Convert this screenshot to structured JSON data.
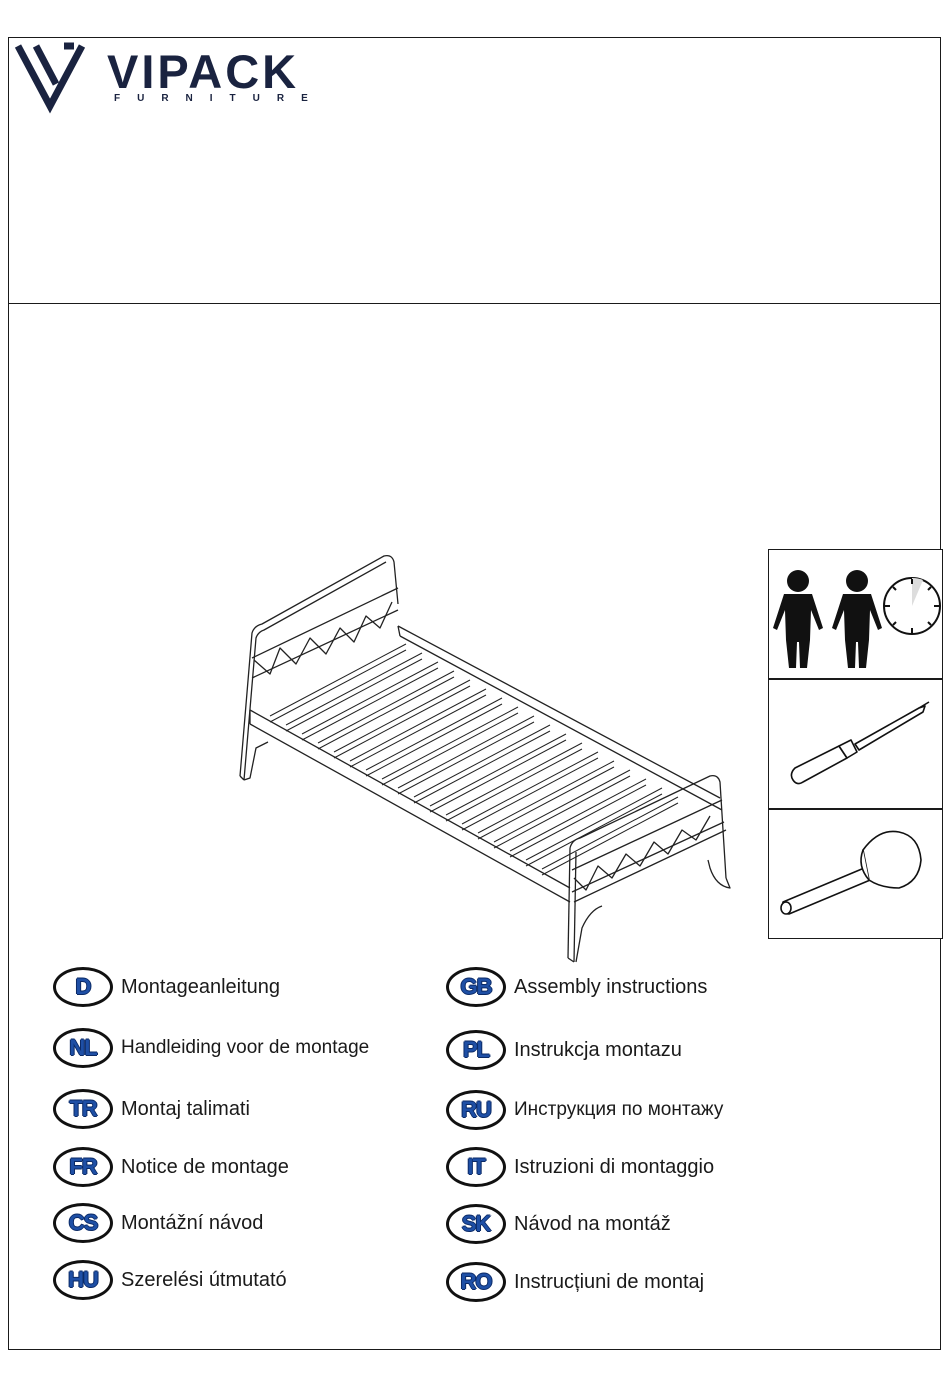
{
  "header": {
    "brand_name": "VIPACK",
    "brand_sub": "FURNITURE",
    "brand_color": "#1a2340"
  },
  "side_icons": [
    {
      "icon": "two-persons-icon"
    },
    {
      "icon": "clock-icon"
    },
    {
      "icon": "screwdriver-icon"
    },
    {
      "icon": "rubber-mallet-icon"
    }
  ],
  "languages": {
    "left": [
      {
        "code": "D",
        "label": "Montageanleitung"
      },
      {
        "code": "NL",
        "label": "Handleiding voor de montage"
      },
      {
        "code": "TR",
        "label": "Montaj talimati"
      },
      {
        "code": "FR",
        "label": "Notice de montage"
      },
      {
        "code": "CS",
        "label": "Montážní návod"
      },
      {
        "code": "HU",
        "label": "Szerelési útmutató"
      }
    ],
    "right": [
      {
        "code": "GB",
        "label": "Assembly instructions"
      },
      {
        "code": "PL",
        "label": "Instrukcja montazu"
      },
      {
        "code": "RU",
        "label": "Инструкция по монтажу"
      },
      {
        "code": "IT",
        "label": "Istruzioni di montaggio"
      },
      {
        "code": "SK",
        "label": "Návod na montáž"
      },
      {
        "code": "RO",
        "label": "Instrucțiuni de montaj"
      }
    ],
    "badge_color": "#1e4fa5"
  }
}
